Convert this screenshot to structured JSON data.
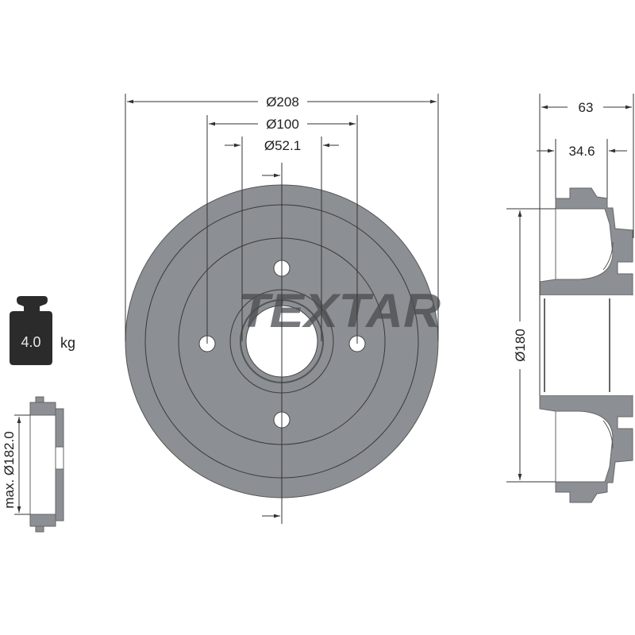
{
  "brand": "TEXTAR",
  "front_view": {
    "dim_outer": "Ø208",
    "dim_bolt_circle": "Ø100",
    "dim_center_bore": "Ø52.1"
  },
  "side_view": {
    "dim_total_height": "63",
    "dim_hub_height": "34.6",
    "dim_drum_inner": "Ø180"
  },
  "weight": {
    "value": "4.0",
    "unit": "kg",
    "icon": "weight-icon"
  },
  "wear_limit": {
    "label": "max. Ø182.0"
  },
  "colors": {
    "part_fill": "#8c8f93",
    "weight_fill": "#2b2b2b",
    "line": "#333333"
  }
}
